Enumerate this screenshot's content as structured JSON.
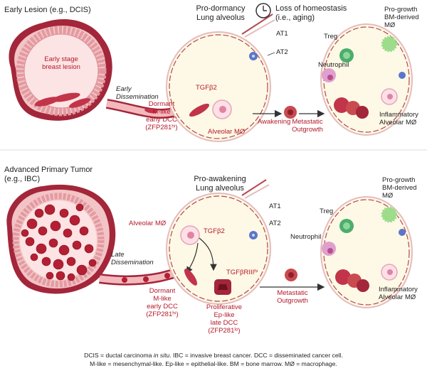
{
  "top": {
    "lesion_title": "Early Lesion (e.g., DCIS)",
    "lesion_inner": [
      "Early stage",
      "breast lesion"
    ],
    "dissemination": [
      "Early",
      "Dissemination"
    ],
    "alveolus_title": [
      "Pro-dormancy",
      "Lung alveolus"
    ],
    "clock_text": [
      "Loss of homeostasis",
      "(i.e., aging)"
    ],
    "at1": "AT1",
    "at2": "AT2",
    "tgf": "TGFβ2",
    "dcc": [
      "Dormant",
      "M-like",
      "early DCC",
      "(ZFP281ʰⁱ)"
    ],
    "macrophage": "Alveolar MØ",
    "awakening": "Awakening",
    "metastatic": [
      "Metastatic",
      "Outgrowth"
    ],
    "treg": "Treg",
    "neutrophil": "Neutrophil",
    "bm": [
      "Pro-growth",
      "BM-derived",
      "MØ"
    ],
    "inflammatory": [
      "Inflammatory",
      "Alveolar MØ"
    ]
  },
  "bottom": {
    "tumor_title": [
      "Advanced Primary Tumor",
      "(e.g., IBC)"
    ],
    "dissemination": [
      "Late",
      "Dissemination"
    ],
    "alveolus_title": [
      "Pro-awakening",
      "Lung alveolus"
    ],
    "at1": "AT1",
    "at2": "AT2",
    "macrophage": "Alveolar MØ",
    "tgf": "TGFβ2",
    "receptor": "TGFβRIIIʰⁱ",
    "dcc_dormant": [
      "Dormant",
      "M-like",
      "early DCC",
      "(ZFP281ʰⁱ)"
    ],
    "dcc_prolif": [
      "Proliferative",
      "Ep-like",
      "late DCC",
      "(ZFP281ˡᵒ)"
    ],
    "metastatic": [
      "Metastatic",
      "Outgrowth"
    ],
    "treg": "Treg",
    "neutrophil": "Neutrophil",
    "bm": [
      "Pro-growth",
      "BM-derived",
      "MØ"
    ],
    "inflammatory": [
      "Inflammatory",
      "Alveolar MØ"
    ]
  },
  "footer": {
    "line1_a": "DCIS = ductal carcinoma ",
    "line1_it": "in situ",
    "line1_b": ". IBC = invasive breast cancer. DCC = disseminated cancer cell.",
    "line2": "M-like = mesenchymal-like. Ep-like = epithelial-like. BM = bone marrow. MØ = macrophage."
  },
  "colors": {
    "dark_red": "#a3263a",
    "tissue_pink": "#f2c4c6",
    "cell_pink": "#fce4e4",
    "alveolus_fill": "#fdf9e6",
    "treg_green": "#4cae6a",
    "at2_blue": "#5a77c9",
    "bm_green": "#9ddc8a",
    "label_red": "#b5192a"
  }
}
